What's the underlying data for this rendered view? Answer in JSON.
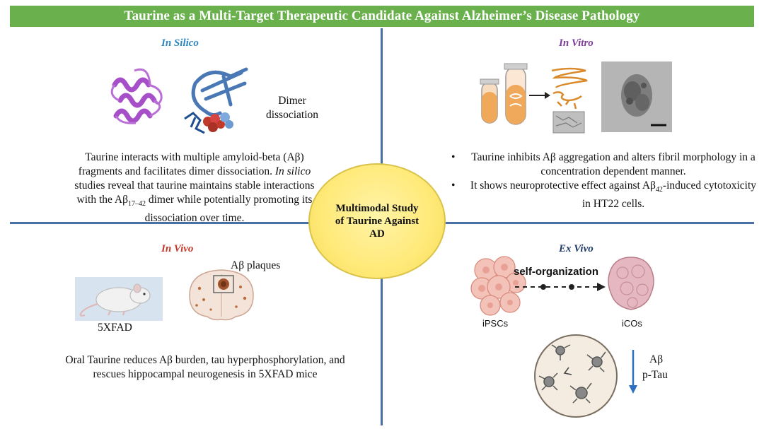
{
  "banner": {
    "title": "Taurine as a Multi-Target Therapeutic Candidate Against Alzheimer’s Disease Pathology"
  },
  "center": {
    "text": "Multimodal Study of Taurine Against AD"
  },
  "in_silico": {
    "title": "In Silico",
    "dimer_label": "Dimer dissociation",
    "desc_html_parts": {
      "line1": "Taurine interacts with multiple amyloid-beta (Aβ)",
      "line2a": "fragments and facilitates dimer dissociation.",
      "line2b": "In silico",
      "line3": "studies reveal that taurine maintains stable interactions",
      "line4a": "with the Aβ",
      "line4sub": "17–42",
      "line4b": " dimer while potentially promoting its",
      "line5": "dissociation over time."
    }
  },
  "in_vitro": {
    "title": "In Vitro",
    "bullet1": "Taurine inhibits Aβ aggregation and alters fibril morphology in a concentration dependent manner.",
    "bullet2a": "It shows neuroprotective effect against Aβ",
    "bullet2sub": "42",
    "bullet2b": "-induced cytotoxicity in HT22 cells."
  },
  "in_vivo": {
    "title": "In Vivo",
    "plaques_label": "Aβ plaques",
    "mouse_label": "5XFAD",
    "desc": "Oral Taurine reduces Aβ burden, tau hyperphosphorylation, and rescues hippocampal neurogenesis in 5XFAD mice"
  },
  "ex_vivo": {
    "title": "Ex Vivo",
    "self_org_label": "self-organization",
    "ipsc_label": "iPSCs",
    "ico_label": "iCOs",
    "abeta_label": "Aβ",
    "ptau_label": "p-Tau"
  },
  "colors": {
    "banner": "#6ab04c",
    "axis": "#4a6fa5",
    "in_silico_title": "#2e86c1",
    "in_vitro_title": "#7d3c98",
    "in_vivo_title": "#c0392b",
    "ex_vivo_title": "#1f3a68",
    "center_circle": "#ffe978"
  },
  "icons": [
    "protein-ribbon-icon",
    "protein-dimer-icon",
    "test-tube-icon",
    "fibril-icon",
    "tem-image-icon",
    "mouse-icon",
    "brain-section-icon",
    "ipsc-cluster-icon",
    "organoid-icon",
    "neuron-dish-icon",
    "down-arrow-icon"
  ]
}
